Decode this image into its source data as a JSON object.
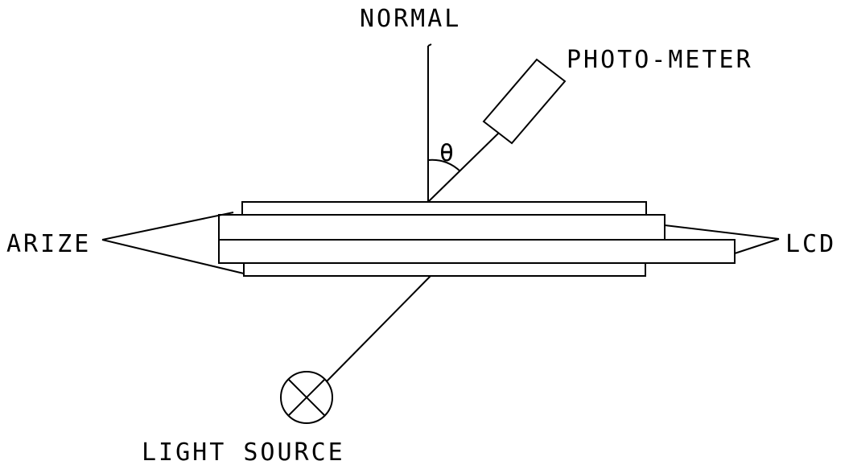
{
  "labels": {
    "normal": "NORMAL",
    "photometer": "PHOTO-METER",
    "polarizer": "ARIZE",
    "lcd": "LCD",
    "light_source": "LIGHT SOURCE",
    "angle_symbol": "θ"
  },
  "colors": {
    "line": "#000000",
    "background": "#ffffff"
  }
}
